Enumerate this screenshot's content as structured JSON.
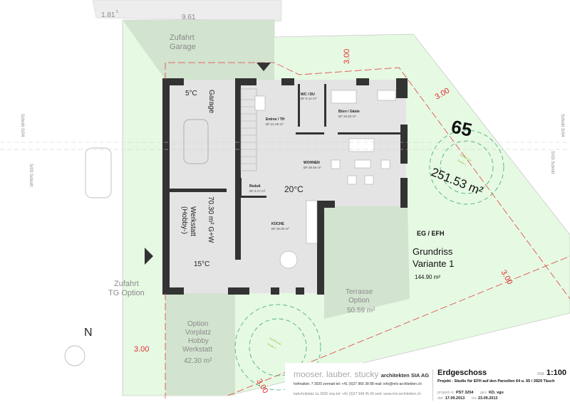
{
  "plan": {
    "top_dims": {
      "left": "1.81",
      "left_sup": "5",
      "main": "9.61"
    },
    "zufahrt_garage": [
      "Zufahrt",
      "Garage"
    ],
    "zufahrt_tg": [
      "Zufahrt",
      "TG Option"
    ],
    "section_labels": {
      "left_a": "Schnitt S/04",
      "left_b": "S/03 Schnitt",
      "right_a": "Schnitt S/04",
      "right_b": "S/03 Schnitt"
    },
    "garage": {
      "label": "Garage",
      "temp": "5°C"
    },
    "werkstatt": {
      "label1": "(Hobby-)",
      "label2": "Werkstatt",
      "area": "70.30 m² G+W",
      "temp": "15°C"
    },
    "rooms": [
      {
        "name": "Entree / TH",
        "area": "BF:21.05 m²"
      },
      {
        "name": "WC / DU",
        "area": "BF:5.12 m²"
      },
      {
        "name": "Büro / Gäste",
        "area": "BF:16.83 m²"
      },
      {
        "name": "WOHNEN",
        "area": "BF:38.59 m²"
      },
      {
        "name": "Reduit",
        "area": "BF:3.17 m²"
      },
      {
        "name": "KÜCHE",
        "area": "BF:30.90 m²"
      }
    ],
    "living_temp": "20°C",
    "parcel": {
      "number": "65",
      "area": "251.53 m²"
    },
    "geothermie_1": [
      "Geothermie",
      "Sonde 1"
    ],
    "geothermie_2": [
      "Geothermie",
      "Sonde 2"
    ],
    "floor_label": "EG / EFH",
    "variant": [
      "Grundriss",
      "Variante 1"
    ],
    "variant_area": "144.90 m²",
    "terrasse": [
      "Terrasse",
      "Option",
      "50.59 m²"
    ],
    "vorplatz": [
      "Option",
      "Vorplatz",
      "Hobby",
      "Werkstatt",
      "42.30 m²"
    ],
    "setback_dims": [
      "3.00",
      "3.00",
      "3.00",
      "3.00",
      "3.00"
    ],
    "north": "N"
  },
  "titleblock": {
    "firm": "mooser. lauber. stucky",
    "firm_suffix": "architekten SIA AG",
    "addr1": "hofmattstr. 7 3920 zermatt  tel: +41 (0)27 966 38 88  mail: info@mls-architekten.ch",
    "addr2": "bahnhofplatz 1a 3930 visp  tel: +41 (0)27 948 45 00  web: www.mls-architekten.ch",
    "title": "Erdgeschoss",
    "scale_prefix": "mst",
    "scale": "1:100",
    "project": "Projekt - Studie für EFH auf den Parzellen 64 u. 65 / 3929 Täsch",
    "proj_nr_label": "projekt-nr.",
    "proj_nr": "PST 3254",
    "drawn_label": "gez.",
    "drawn": "KD, vgo",
    "date_label": "dat.",
    "date": "17.09.2013",
    "rev_label": "rev",
    "rev": "23.09.2013"
  }
}
